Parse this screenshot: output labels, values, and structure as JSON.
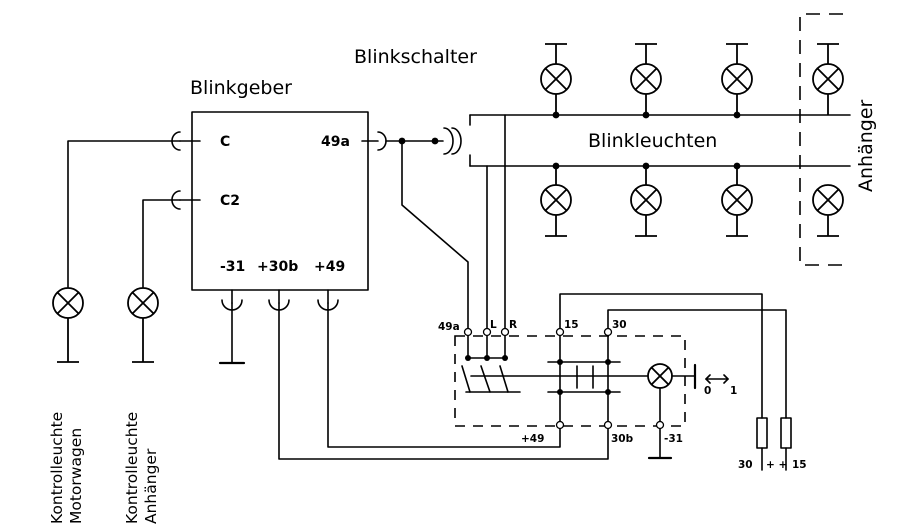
{
  "labels": {
    "blinkschalter": "Blinkschalter",
    "blinkgeber": "Blinkgeber",
    "blinkleuchten": "Blinkleuchten",
    "anhaenger": "Anhänger",
    "kontrolleuchte_motorwagen_1": "Kontrolleuchte",
    "kontrolleuchte_motorwagen_2": "Motorwagen",
    "kontrolleuchte_anhaenger_1": "Kontrolleuchte",
    "kontrolleuchte_anhaenger_2": "Anhänger"
  },
  "blinkgeber_terminals": {
    "c": "C",
    "c2": "C2",
    "t49a": "49a",
    "minus31": "-31",
    "plus30b": "+30b",
    "plus49": "+49"
  },
  "switch_terminals": {
    "t49a": "49a",
    "l": "L",
    "r": "R",
    "t15": "15",
    "t30": "30",
    "plus49": "+49",
    "t30b": "30b",
    "minus31": "-31",
    "pos0": "0",
    "pos1": "1"
  },
  "fuse_labels": {
    "t30": "30",
    "plus_plus": "+ +",
    "t15": "15"
  }
}
